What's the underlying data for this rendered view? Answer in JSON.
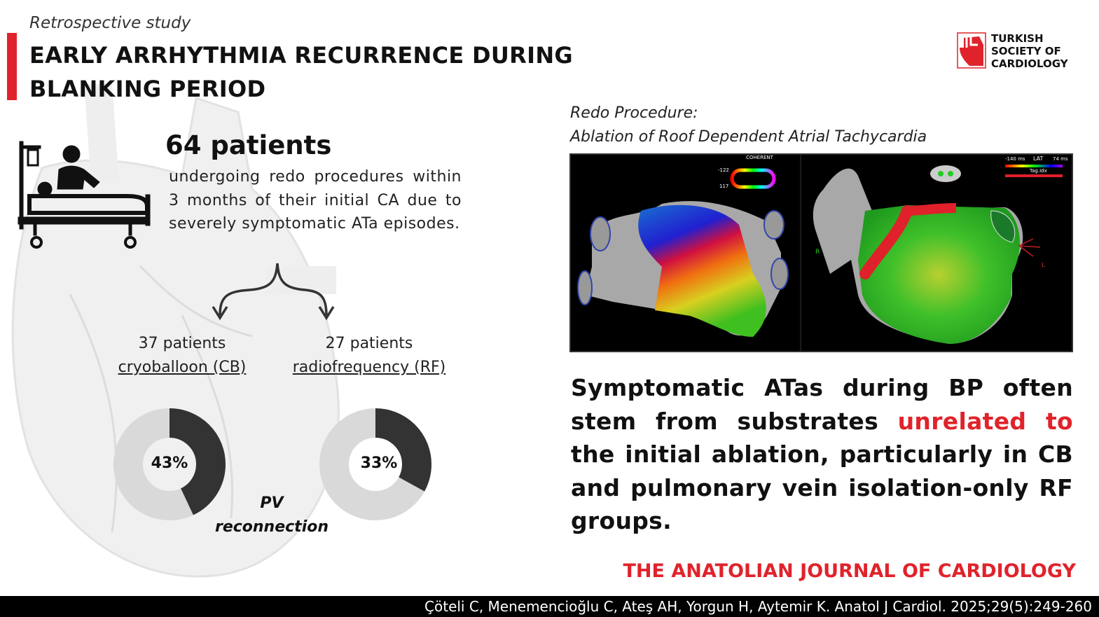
{
  "header": {
    "kicker": "Retrospective study",
    "title_line1": "EARLY ARRHYTHMIA RECURRENCE DURING",
    "title_line2": "BLANKING PERIOD"
  },
  "logo": {
    "line1": "TURKISH",
    "line2": "SOCIETY OF",
    "line3": "CARDIOLOGY"
  },
  "study": {
    "count": "64 patients",
    "description": "undergoing redo procedures within 3 months of their initial CA due to severely symptomatic ATa episodes."
  },
  "groups": [
    {
      "count": "37 patients",
      "name": "cryoballoon (CB)",
      "pv_reconnection_percent": 43,
      "label": "43%"
    },
    {
      "count": "27 patients",
      "name": "radiofrequency (RF)",
      "pv_reconnection_percent": 33,
      "label": "33%"
    }
  ],
  "pv_label": {
    "line1": "PV",
    "line2": "reconnection"
  },
  "redo": {
    "line1": "Redo Procedure:",
    "line2": "Ablation of Roof Dependent Atrial Tachycardia"
  },
  "map_image": {
    "left_title": "COHERENT",
    "left_max": "-122",
    "left_min": "117",
    "lat_label": "LAT",
    "lat_min": "-140 ms",
    "lat_max": "74 ms",
    "tag_label": "Tag.Idx",
    "right_mark": "R",
    "left_mark": "L"
  },
  "headline": {
    "part1": "Symptomatic ATas during BP often stem from substrates ",
    "highlight": "unrelated to",
    "part2": " the initial ablation, particularly in CB and pulmonary vein isolation-only RF groups."
  },
  "journal": "THE ANATOLIAN JOURNAL OF CARDIOLOGY",
  "citation": "Çöteli C, Menemencioğlu C, Ateş AH, Yorgun H, Aytemir K. Anatol J Cardiol. 2025;29(5):249-260",
  "colors": {
    "accent": "#e0232b",
    "donut_dark": "#333333",
    "donut_light": "#d9d9d9"
  }
}
